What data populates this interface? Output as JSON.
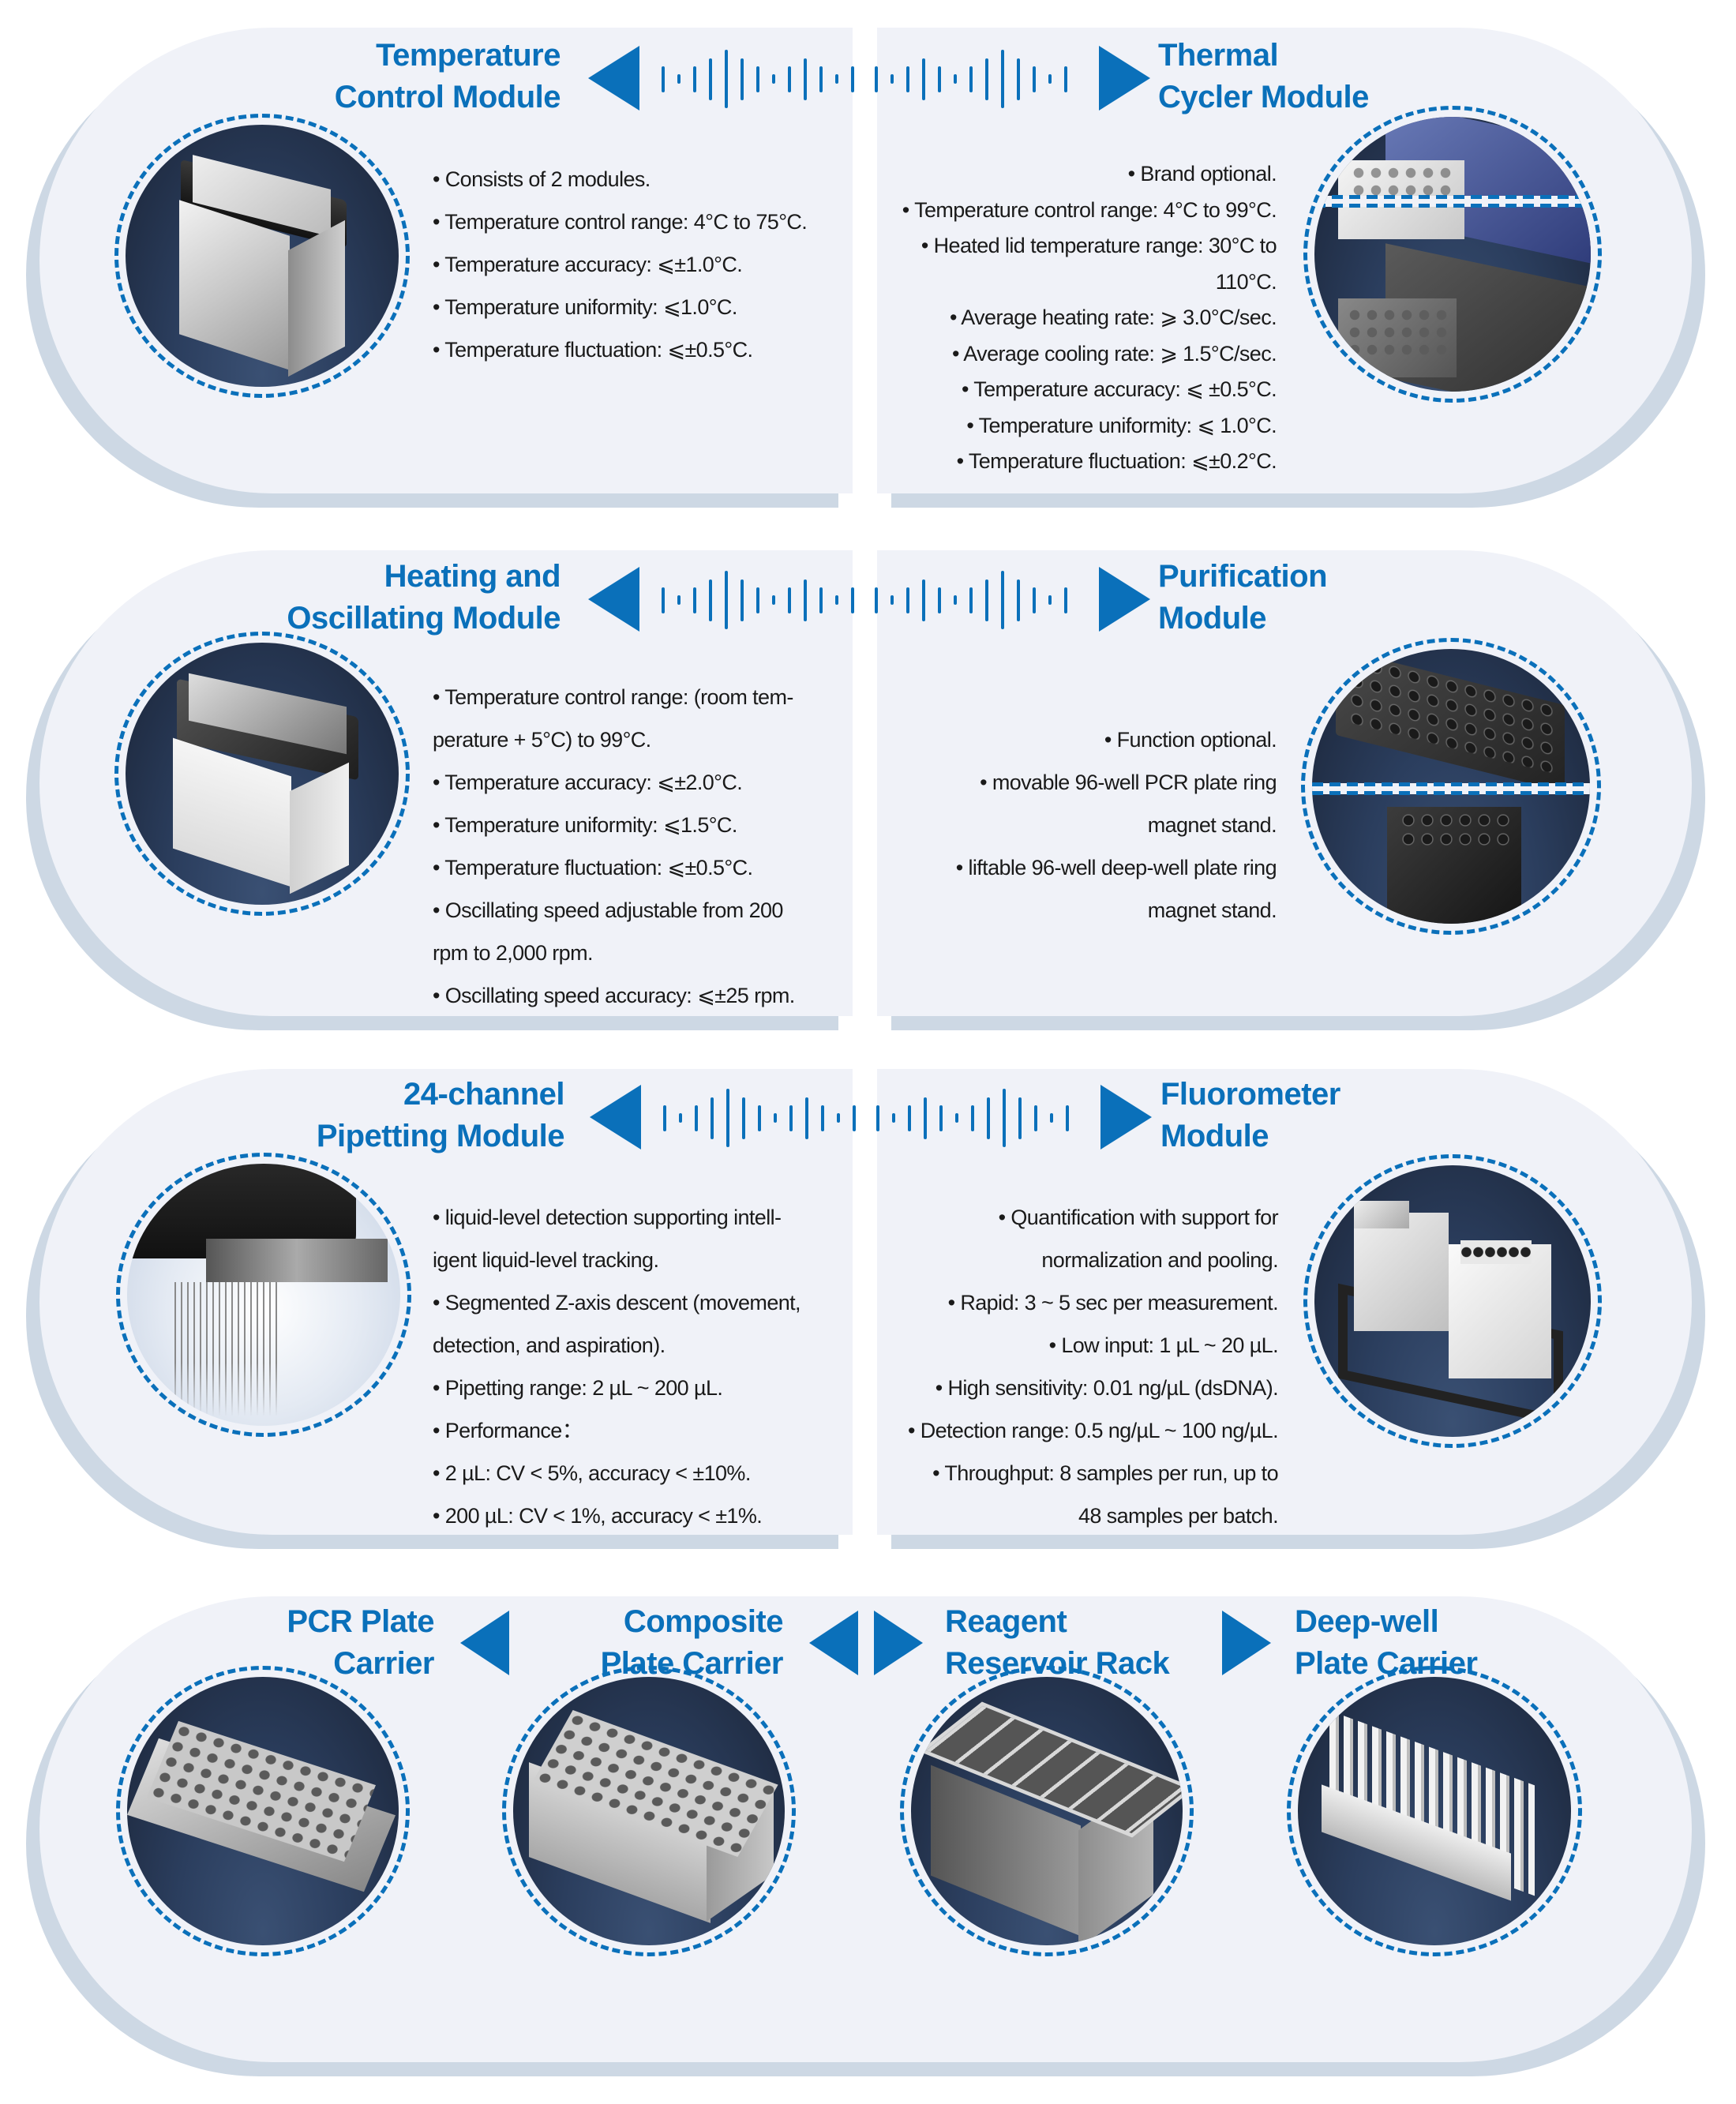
{
  "colors": {
    "accent": "#0A70BA",
    "card_bg": "#F0F2F8",
    "card_shadow": "#CDD8E4",
    "disc_top": "#1B2538",
    "disc_bottom": "#34486A",
    "text": "#1A1A1A"
  },
  "rows": [
    {
      "left": {
        "title_line1": "Temperature",
        "title_line2": "Control Module",
        "image_icon": "temperature-control-module-image",
        "bullets": [
          "• Consists of 2 modules.",
          "• Temperature control range: 4°C to 75°C.",
          "• Temperature accuracy: ⩽±1.0°C.",
          "• Temperature uniformity: ⩽1.0°C.",
          "• Temperature fluctuation: ⩽±0.5°C."
        ]
      },
      "right": {
        "title_line1": "Thermal",
        "title_line2": "Cycler Module",
        "image_icon": "thermal-cycler-module-image",
        "bullets": [
          "• Brand optional.",
          "• Temperature control range: 4°C to 99°C.",
          "• Heated lid temperature range: 30°C to",
          "110°C.",
          "• Average heating rate: ⩾ 3.0°C/sec.",
          "• Average cooling rate: ⩾ 1.5°C/sec.",
          "• Temperature accuracy: ⩽ ±0.5°C.",
          "• Temperature uniformity: ⩽ 1.0°C.",
          "• Temperature fluctuation: ⩽±0.2°C."
        ]
      }
    },
    {
      "left": {
        "title_line1": "Heating and",
        "title_line2": "Oscillating Module",
        "image_icon": "heating-oscillating-module-image",
        "bullets": [
          "• Temperature control range: (room tem-",
          "perature + 5°C) to 99°C.",
          "• Temperature accuracy: ⩽±2.0°C.",
          "• Temperature uniformity: ⩽1.5°C.",
          "• Temperature fluctuation: ⩽±0.5°C.",
          "• Oscillating speed adjustable from 200",
          "rpm to 2,000 rpm.",
          "• Oscillating speed accuracy: ⩽±25 rpm."
        ]
      },
      "right": {
        "title_line1": "Purification",
        "title_line2": "Module",
        "image_icon": "purification-module-image",
        "bullets": [
          "• Function optional.",
          "• movable 96-well PCR plate ring",
          "magnet stand.",
          "• liftable 96-well deep-well plate ring",
          "magnet stand."
        ]
      }
    },
    {
      "left": {
        "title_line1": "24-channel",
        "title_line2": "Pipetting Module",
        "image_icon": "pipetting-module-image",
        "bullets": [
          "• liquid-level detection supporting intell-",
          "igent liquid-level tracking.",
          "• Segmented Z-axis descent (movement,",
          "detection, and aspiration).",
          "• Pipetting range: 2 µL ~ 200 µL.",
          "• Performance：",
          " • 2 µL: CV < 5%, accuracy < ±10%.",
          " • 200 µL: CV < 1%, accuracy < ±1%."
        ]
      },
      "right": {
        "title_line1": "Fluorometer",
        "title_line2": "Module",
        "image_icon": "fluorometer-module-image",
        "bullets": [
          "• Quantification with support for",
          "normalization and pooling.",
          "• Rapid: 3 ~ 5 sec per measurement.",
          "• Low input: 1 µL ~ 20 µL.",
          "• High sensitivity: 0.01 ng/µL (dsDNA).",
          "• Detection range: 0.5 ng/µL ~ 100 ng/µL.",
          "• Throughput: 8 samples per run, up to",
          "48 samples per batch."
        ]
      }
    }
  ],
  "carriers": [
    {
      "title_line1": "PCR Plate",
      "title_line2": "Carrier",
      "image_icon": "pcr-plate-carrier-image"
    },
    {
      "title_line1": "Composite",
      "title_line2": "Plate Carrier",
      "image_icon": "composite-plate-carrier-image"
    },
    {
      "title_line1": "Reagent",
      "title_line2": "Reservoir Rack",
      "image_icon": "reagent-reservoir-rack-image"
    },
    {
      "title_line1": "Deep-well",
      "title_line2": "Plate Carrier",
      "image_icon": "deep-well-plate-carrier-image"
    }
  ],
  "icons": {
    "arrow_left": "arrow-left-icon",
    "arrow_right": "arrow-right-icon",
    "waveform": "waveform-icon"
  }
}
